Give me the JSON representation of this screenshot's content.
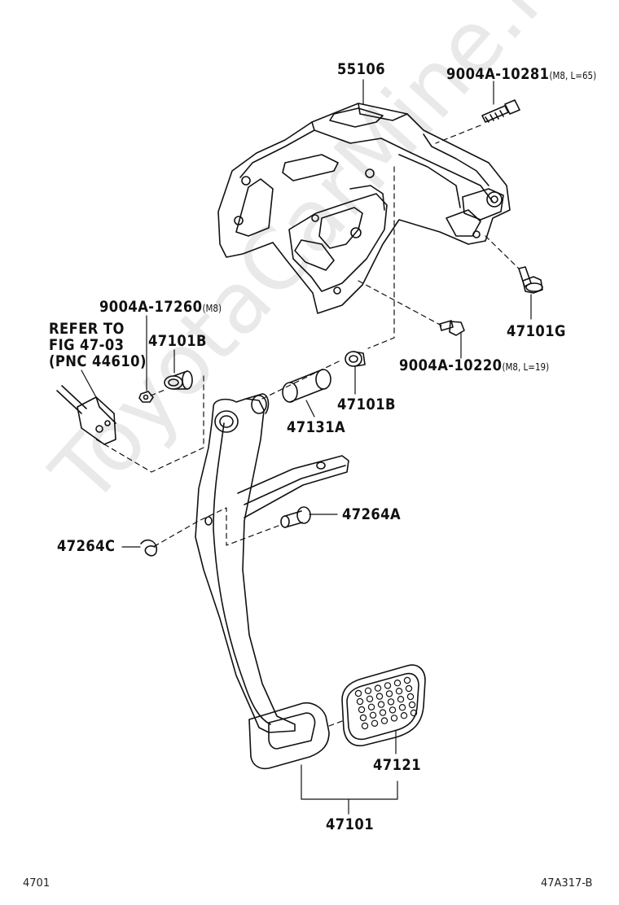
{
  "watermark": "ToyotaCarMine.ru",
  "parts": {
    "p55106": "55106",
    "bolt_top": "9004A-10281",
    "bolt_top_spec": "(M8, L=65)",
    "p47101G": "47101G",
    "bolt_mid": "9004A-10220",
    "bolt_mid_spec": "(M8, L=19)",
    "nut": "9004A-17260",
    "nut_spec": "(M8)",
    "bushing_left": "47101B",
    "bushing_right": "47101B",
    "collar": "47131A",
    "pin": "47264A",
    "clip": "47264C",
    "pad": "47121",
    "pedal_assy": "47101"
  },
  "reference_note": {
    "line1": "REFER TO",
    "line2": "FIG 47-03",
    "line3": "(PNC 44610)"
  },
  "footer": {
    "figure_number": "4701",
    "illustration_id": "47A317-B"
  }
}
